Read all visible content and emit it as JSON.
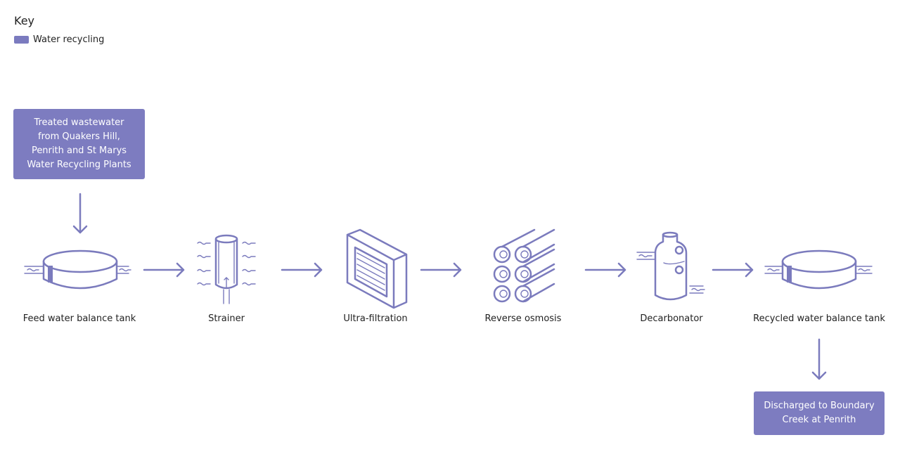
{
  "key": {
    "title": "Key",
    "items": [
      {
        "label": "Water recycling",
        "color": "#7b7bbf"
      }
    ]
  },
  "source_box": "Treated wastewater\nfrom Quakers Hill,\nPenrith and St Marys\nWater Recycling Plants",
  "stages": [
    {
      "label": "Feed water balance tank",
      "icon": "tank-icon"
    },
    {
      "label": "Strainer",
      "icon": "strainer-icon"
    },
    {
      "label": "Ultra-filtration",
      "icon": "ultrafiltration-icon"
    },
    {
      "label": "Reverse osmosis",
      "icon": "reverse-osmosis-icon"
    },
    {
      "label": "Decarbonator",
      "icon": "decarbonator-icon"
    },
    {
      "label": "Recycled water balance tank",
      "icon": "tank-icon"
    }
  ],
  "output_box": "Discharged to Boundary\nCreek at Penrith",
  "accent_color": "#7b7bbd"
}
